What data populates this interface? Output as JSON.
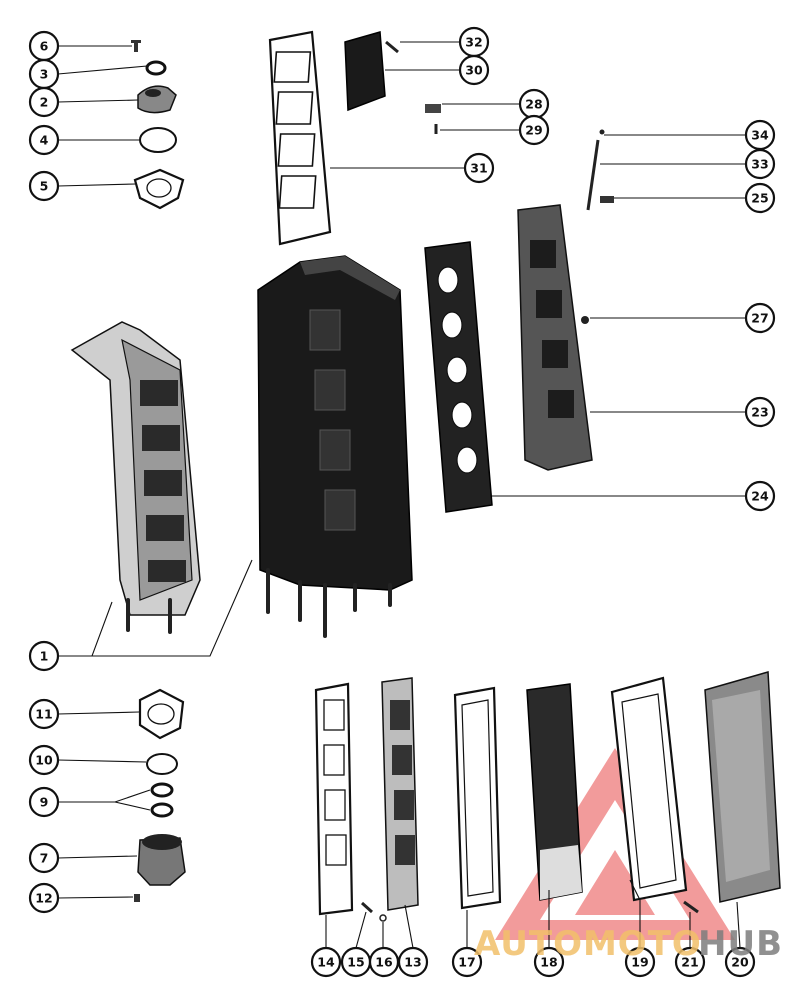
{
  "callouts": [
    {
      "id": "c1",
      "label": "1"
    },
    {
      "id": "c2",
      "label": "2"
    },
    {
      "id": "c3",
      "label": "3"
    },
    {
      "id": "c4",
      "label": "4"
    },
    {
      "id": "c5",
      "label": "5"
    },
    {
      "id": "c6",
      "label": "6"
    },
    {
      "id": "c7",
      "label": "7"
    },
    {
      "id": "c9",
      "label": "9"
    },
    {
      "id": "c10",
      "label": "10"
    },
    {
      "id": "c11",
      "label": "11"
    },
    {
      "id": "c12",
      "label": "12"
    },
    {
      "id": "c13",
      "label": "13"
    },
    {
      "id": "c14",
      "label": "14"
    },
    {
      "id": "c15",
      "label": "15"
    },
    {
      "id": "c16",
      "label": "16"
    },
    {
      "id": "c17",
      "label": "17"
    },
    {
      "id": "c18",
      "label": "18"
    },
    {
      "id": "c19",
      "label": "19"
    },
    {
      "id": "c20",
      "label": "20"
    },
    {
      "id": "c21",
      "label": "21"
    },
    {
      "id": "c23",
      "label": "23"
    },
    {
      "id": "c24",
      "label": "24"
    },
    {
      "id": "c25",
      "label": "25"
    },
    {
      "id": "c27",
      "label": "27"
    },
    {
      "id": "c28",
      "label": "28"
    },
    {
      "id": "c29",
      "label": "29"
    },
    {
      "id": "c30",
      "label": "30"
    },
    {
      "id": "c31",
      "label": "31"
    },
    {
      "id": "c32",
      "label": "32"
    },
    {
      "id": "c33",
      "label": "33"
    },
    {
      "id": "c34",
      "label": "34"
    }
  ],
  "watermark": {
    "text_prefix": "AUTOMOTO",
    "text_suffix": "HUB",
    "prefix_color": "#f2c06a",
    "suffix_color": "#7d7d7d",
    "triangle_color": "#e94b4b"
  }
}
